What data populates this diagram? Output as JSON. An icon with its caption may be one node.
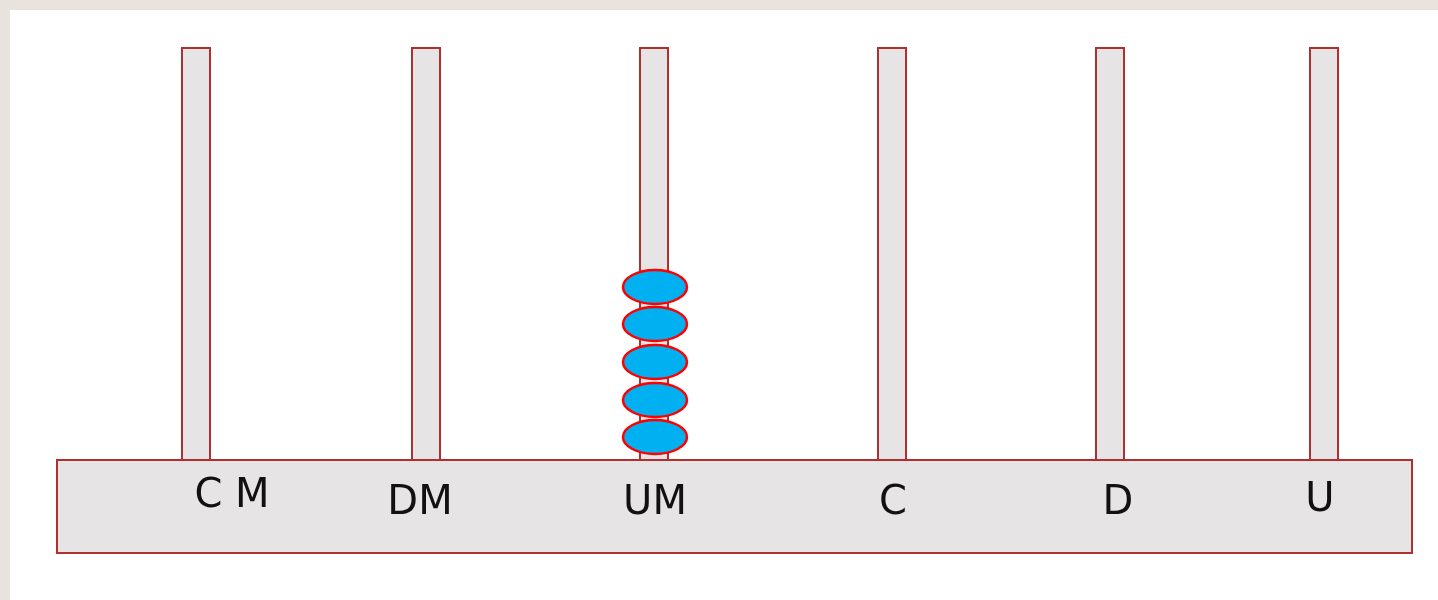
{
  "diagram": {
    "labels": [
      "C M",
      "DM",
      "UM",
      "C",
      "D",
      "U"
    ]
  }
}
